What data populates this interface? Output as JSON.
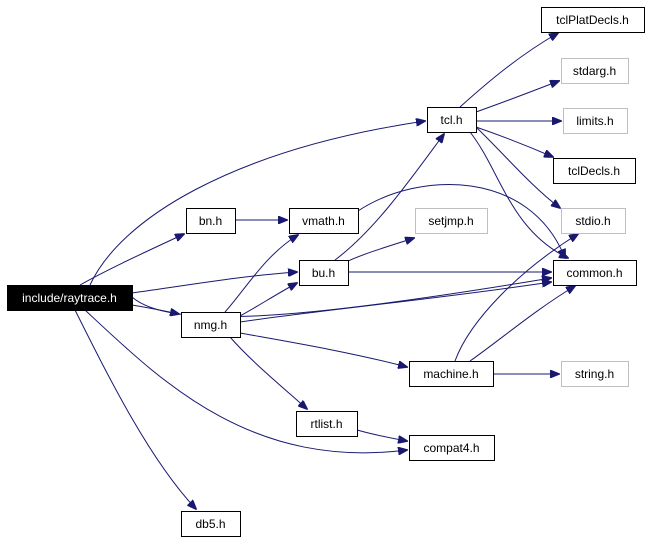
{
  "graph": {
    "colors": {
      "edge": "#191970",
      "root_fill": "#000000",
      "root_text": "#ffffff",
      "node_border": "#000000",
      "external_border": "#bfbfbf",
      "node_text": "#000000"
    },
    "nodes": [
      {
        "id": "raytrace",
        "label": "include/raytrace.h",
        "kind": "root"
      },
      {
        "id": "tclPlatDecls",
        "label": "tclPlatDecls.h",
        "kind": "normal"
      },
      {
        "id": "stdarg",
        "label": "stdarg.h",
        "kind": "external"
      },
      {
        "id": "tcl",
        "label": "tcl.h",
        "kind": "normal"
      },
      {
        "id": "limits",
        "label": "limits.h",
        "kind": "external"
      },
      {
        "id": "tclDecls",
        "label": "tclDecls.h",
        "kind": "normal"
      },
      {
        "id": "bn",
        "label": "bn.h",
        "kind": "normal"
      },
      {
        "id": "vmath",
        "label": "vmath.h",
        "kind": "normal"
      },
      {
        "id": "setjmp",
        "label": "setjmp.h",
        "kind": "external"
      },
      {
        "id": "stdio",
        "label": "stdio.h",
        "kind": "external"
      },
      {
        "id": "bu",
        "label": "bu.h",
        "kind": "normal"
      },
      {
        "id": "common",
        "label": "common.h",
        "kind": "normal"
      },
      {
        "id": "nmg",
        "label": "nmg.h",
        "kind": "normal"
      },
      {
        "id": "machine",
        "label": "machine.h",
        "kind": "normal"
      },
      {
        "id": "string",
        "label": "string.h",
        "kind": "external"
      },
      {
        "id": "rtlist",
        "label": "rtlist.h",
        "kind": "normal"
      },
      {
        "id": "compat4",
        "label": "compat4.h",
        "kind": "normal"
      },
      {
        "id": "db5",
        "label": "db5.h",
        "kind": "normal"
      }
    ],
    "edges": [
      {
        "from": "raytrace",
        "to": "tcl"
      },
      {
        "from": "raytrace",
        "to": "bn"
      },
      {
        "from": "raytrace",
        "to": "bu"
      },
      {
        "from": "raytrace",
        "to": "nmg"
      },
      {
        "from": "raytrace",
        "to": "common"
      },
      {
        "from": "raytrace",
        "to": "compat4"
      },
      {
        "from": "raytrace",
        "to": "db5"
      },
      {
        "from": "tcl",
        "to": "tclPlatDecls"
      },
      {
        "from": "tcl",
        "to": "stdarg"
      },
      {
        "from": "tcl",
        "to": "limits"
      },
      {
        "from": "tcl",
        "to": "tclDecls"
      },
      {
        "from": "tcl",
        "to": "stdio"
      },
      {
        "from": "tcl",
        "to": "common"
      },
      {
        "from": "bn",
        "to": "vmath"
      },
      {
        "from": "vmath",
        "to": "common"
      },
      {
        "from": "bu",
        "to": "tcl"
      },
      {
        "from": "bu",
        "to": "setjmp"
      },
      {
        "from": "bu",
        "to": "common"
      },
      {
        "from": "nmg",
        "to": "vmath"
      },
      {
        "from": "nmg",
        "to": "bu"
      },
      {
        "from": "nmg",
        "to": "common"
      },
      {
        "from": "nmg",
        "to": "machine"
      },
      {
        "from": "nmg",
        "to": "rtlist"
      },
      {
        "from": "machine",
        "to": "stdio"
      },
      {
        "from": "machine",
        "to": "common"
      },
      {
        "from": "machine",
        "to": "string"
      },
      {
        "from": "rtlist",
        "to": "compat4"
      }
    ]
  }
}
